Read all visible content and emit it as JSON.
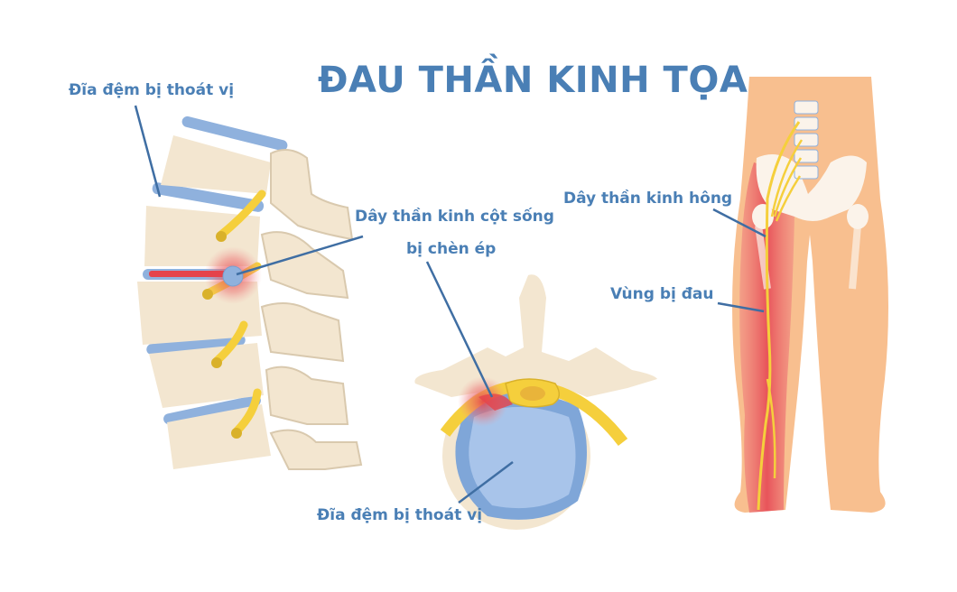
{
  "title": "ĐAU THẦN KINH TỌA",
  "labels": {
    "herniated_disc_side": "Đĩa đệm bị thoát vị",
    "compressed_nerve_line1": "Dây thần kinh cột sống",
    "compressed_nerve_line2": "bị chèn ép",
    "herniated_disc_top": "Đĩa đệm bị thoát vị",
    "sciatic_nerve": "Dây thần kinh hông",
    "pain_area": "Vùng bị đau"
  },
  "colors": {
    "title_text": "#4a7fb5",
    "leader_line": "#3f6ea3",
    "bone": "#f3e6d0",
    "bone_shadow": "#d9c9ae",
    "disc": "#8fb1dd",
    "nerve": "#f5cf3c",
    "pain": "#e5434b",
    "skin": "#f8bf8f"
  }
}
